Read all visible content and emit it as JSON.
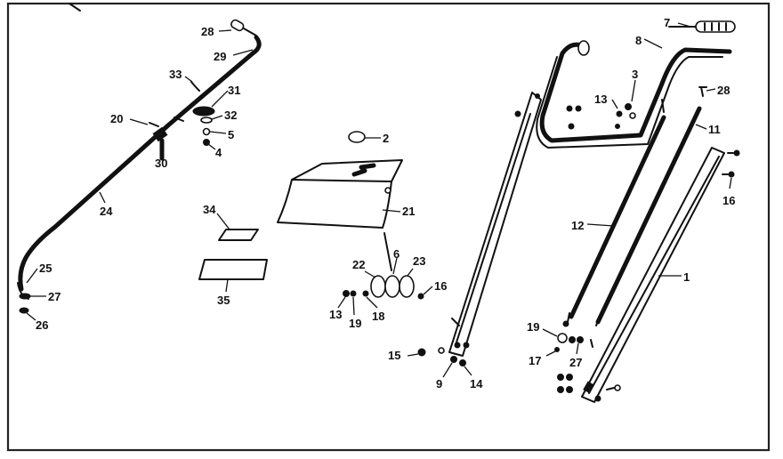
{
  "callouts": {
    "c28a": "28",
    "c29": "29",
    "c33": "33",
    "c31": "31",
    "c32": "32",
    "c20": "20",
    "c30": "30",
    "c5": "5",
    "c4": "4",
    "c24": "24",
    "c25": "25",
    "c27a": "27",
    "c26": "26",
    "c2": "2",
    "c21": "21",
    "c34": "34",
    "c35": "35",
    "c22": "22",
    "c6": "6",
    "c23": "23",
    "c16a": "16",
    "c13a": "13",
    "c19a": "19",
    "c18a": "18",
    "c15": "15",
    "c9": "9",
    "c14": "14",
    "c7": "7",
    "c8": "8",
    "c3": "3",
    "c13b": "13",
    "c28b": "28",
    "c11": "11",
    "c12": "12",
    "c16b": "16",
    "c1": "1",
    "c19b": "19",
    "c17": "17",
    "c27b": "27"
  }
}
